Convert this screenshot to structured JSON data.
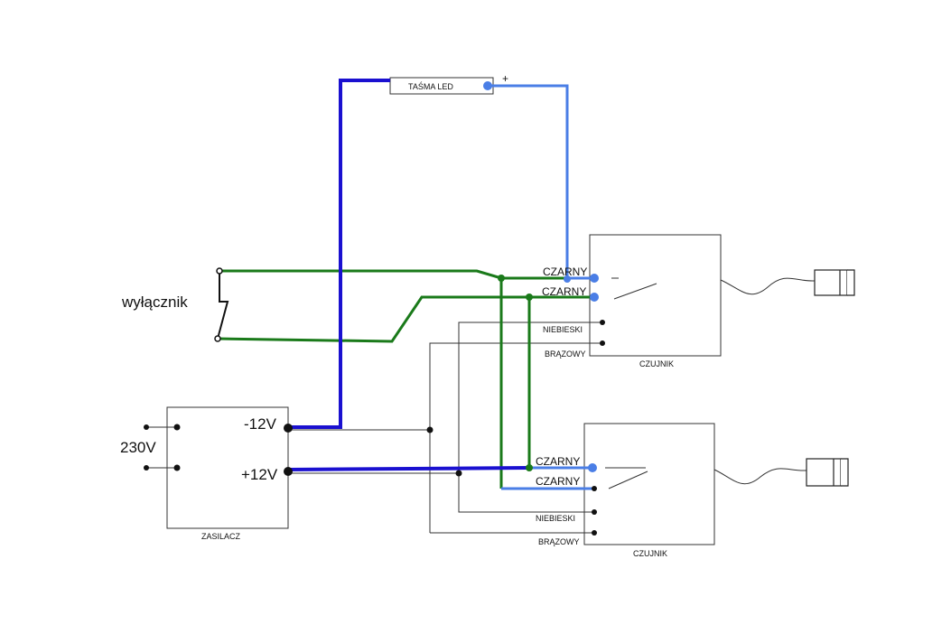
{
  "labels": {
    "led_strip": "TAŚMA LED",
    "plus": "+",
    "switch": "wyłącznik",
    "mains": "230V",
    "minus12": "-12V",
    "plus12": "+12V",
    "psu": "ZASILACZ",
    "sensor1": {
      "czarny1": "CZARNY",
      "czarny2": "CZARNY",
      "niebieski": "NIEBIESKI",
      "brazowy": "BRĄZOWY",
      "title": "CZUJNIK"
    },
    "sensor2": {
      "czarny1": "CZARNY",
      "czarny2": "CZARNY",
      "niebieski": "NIEBIESKI",
      "brazowy": "BRĄZOWY",
      "title": "CZUJNIK"
    }
  },
  "colors": {
    "dark_blue": "#1a10d0",
    "light_blue": "#4a7ee6",
    "green": "#1a7a1a",
    "black": "#000000",
    "gray": "#333333"
  }
}
